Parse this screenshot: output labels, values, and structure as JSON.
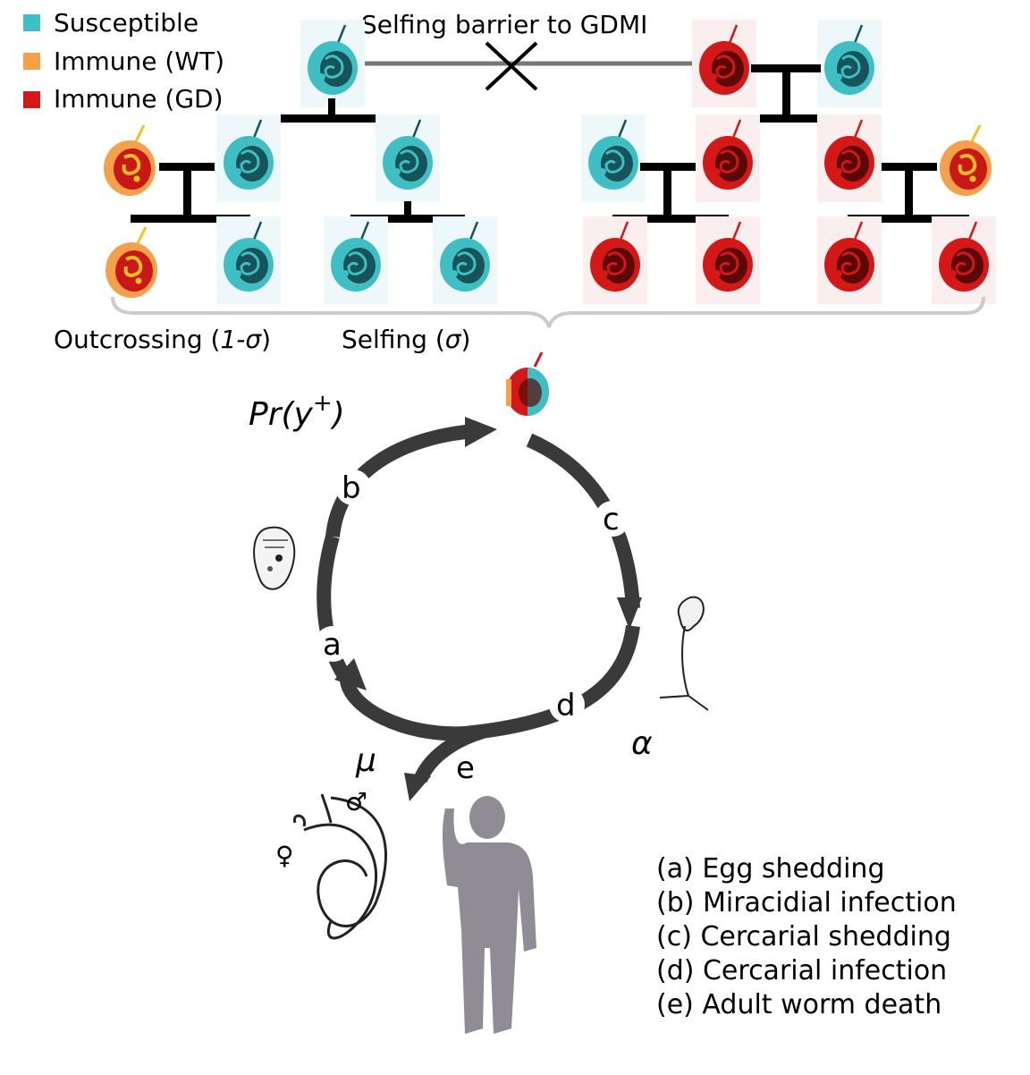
{
  "legend": [
    {
      "label": "Susceptible",
      "color": "#3fbfc4"
    },
    {
      "label": "Immune (WT)",
      "color": "#f5a04a"
    },
    {
      "label": "Immune (GD)",
      "color": "#d41818"
    }
  ],
  "barrier_label": "Selfing barrier to GDMI",
  "mating": {
    "outcrossing_text": "Outcrossing (",
    "outcrossing_symbol": "1-σ",
    "selfing_text": "Selfing (",
    "selfing_symbol": "σ",
    "close": ")"
  },
  "cycle": {
    "steps": [
      "a",
      "b",
      "c",
      "d",
      "e"
    ],
    "prob_label": "Pr(y",
    "prob_sup": "+",
    "prob_close": ")",
    "alpha": "α",
    "mu": "μ"
  },
  "sex_symbols": {
    "female": "♀",
    "male": "♂"
  },
  "key": [
    "(a) Egg shedding",
    "(b) Miracidial infection",
    "(c) Cercarial shedding",
    "(d) Cercarial infection",
    "(e) Adult worm death"
  ],
  "colors": {
    "arrow": "#3a3a3a",
    "tree": "#000000",
    "barrier_line": "#777777",
    "human": "#8f8c96",
    "susceptible_shell": "#3fbfc4",
    "susceptible_dark": "#17545a",
    "wt_shell": "#f5a04a",
    "gd_shell": "#d41818",
    "gd_dark": "#5a0808"
  }
}
